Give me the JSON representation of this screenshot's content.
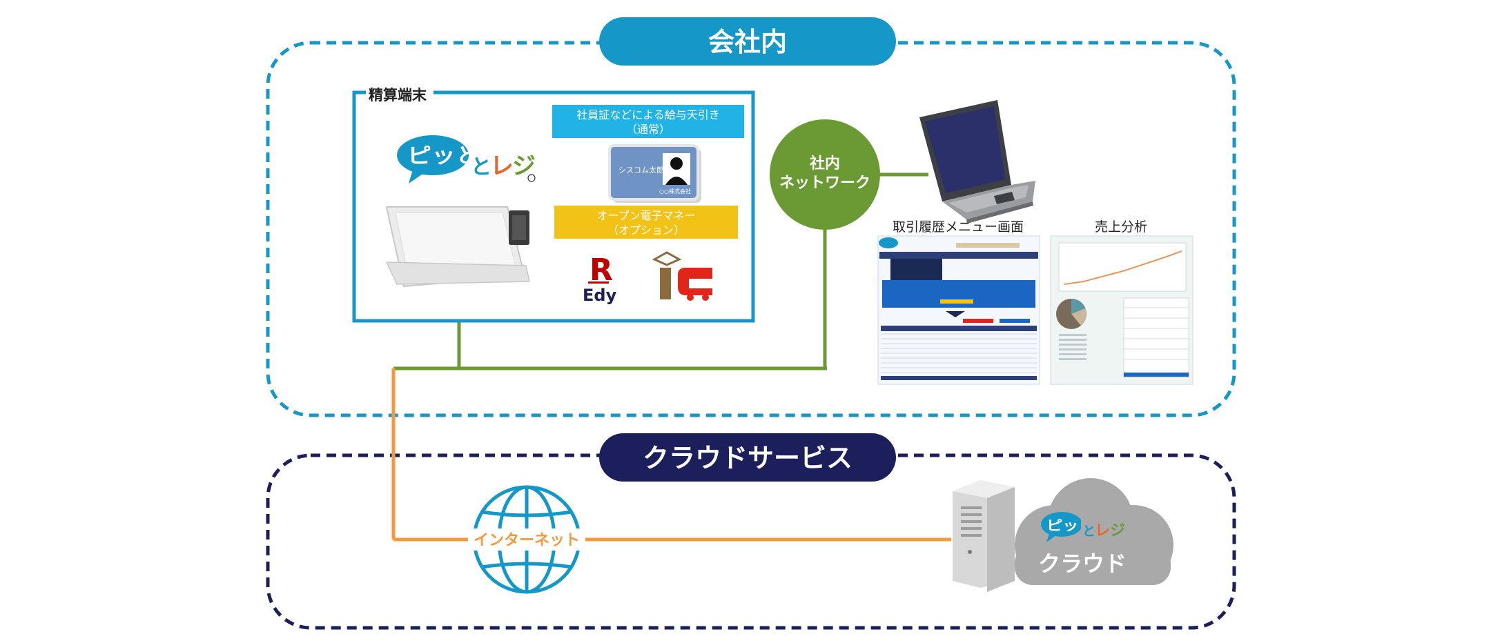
{
  "zones": {
    "company": {
      "title": "会社内",
      "color": "#1597c8"
    },
    "cloud": {
      "title": "クラウドサービス",
      "color": "#1c1f5c"
    }
  },
  "terminal": {
    "label": "精算端末",
    "logo": "ピッとレジ",
    "payroll_note_line1": "社員証などによる給与天引き",
    "payroll_note_line2": "（通常）",
    "id_card_name": "シスコム太郎",
    "id_card_company": "○○株式会社",
    "emoney_line1": "オープン電子マネー",
    "emoney_line2": "（オプション）",
    "edy_logo": "Edy"
  },
  "network": {
    "line1": "社内",
    "line2": "ネットワーク"
  },
  "screens": {
    "history_label": "取引履歴メニュー画面",
    "sales_label": "売上分析"
  },
  "internet": {
    "label": "インターネット"
  },
  "cloud_service": {
    "logo": "ピッとレジ",
    "label": "クラウド"
  },
  "colors": {
    "terminal_border": "#1597c8",
    "lan_line": "#6b9a34",
    "internet_line": "#f59a3c",
    "network_circle": "#6b9a34",
    "globe": "#1597c8",
    "cloud_fill": "#a9a9a9",
    "payroll_box": "#22b3e6",
    "emoney_box": "#f2c217"
  }
}
